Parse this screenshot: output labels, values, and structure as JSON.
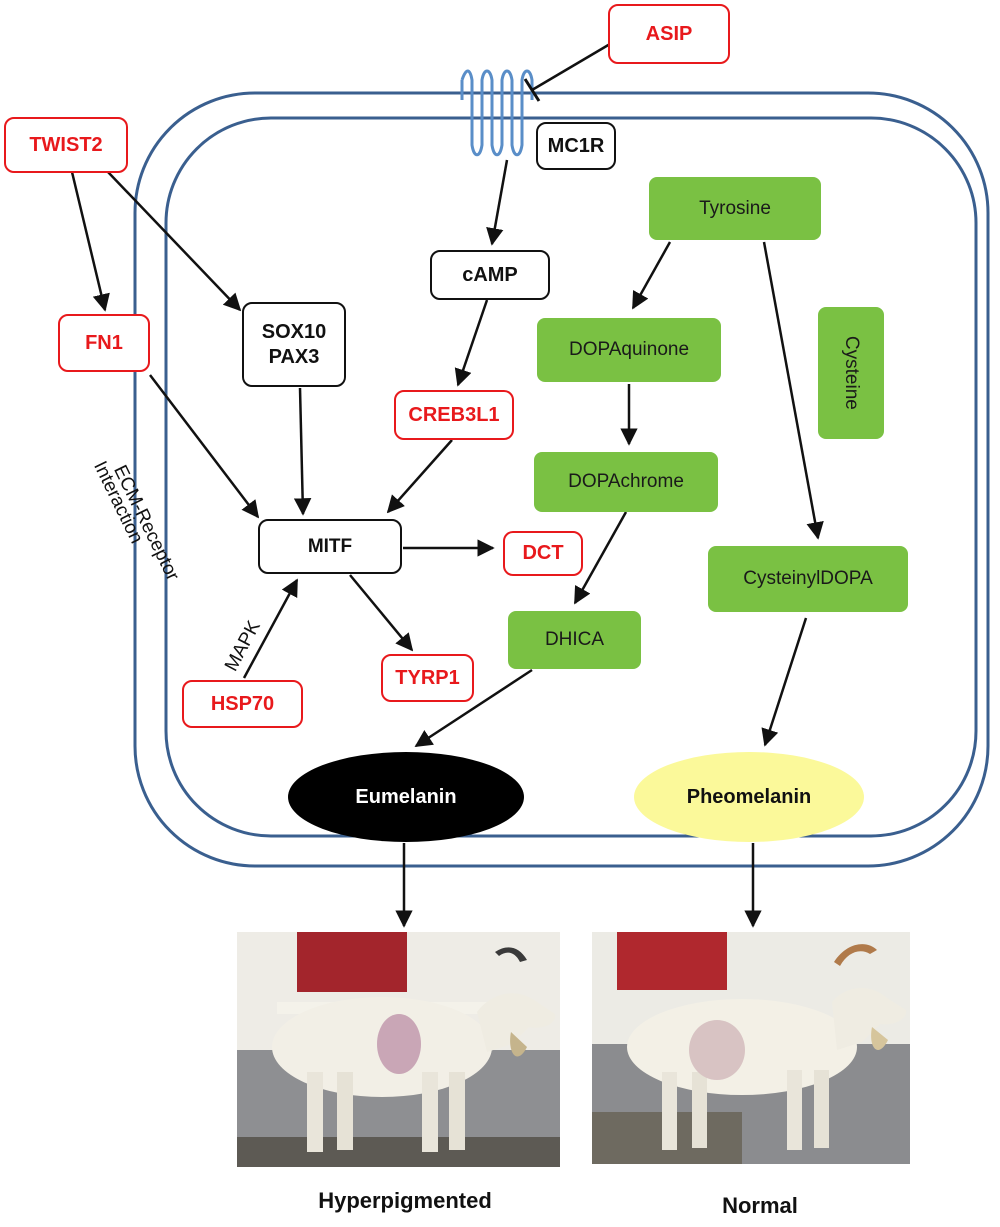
{
  "regulators": {
    "asip": "ASIP",
    "twist2": "TWIST2",
    "fn1": "FN1",
    "mc1r": "MC1R",
    "camp": "cAMP",
    "sox10_pax3": "SOX10\nPAX3",
    "creb3l1": "CREB3L1",
    "mitf": "MITF",
    "dct": "DCT",
    "tyrp1": "TYRP1",
    "hsp70": "HSP70"
  },
  "pathway_labels": {
    "ecm": "ECM-Receptor",
    "ecm2": "Interaction",
    "mapk": "MAPK"
  },
  "melanogenesis": {
    "tyrosine": "Tyrosine",
    "dopaquinone": "DOPAquinone",
    "dopachrome": "DOPAchrome",
    "dhica": "DHICA",
    "cysteine": "Cysteine",
    "cysteinyldopa": "CysteinylDOPA"
  },
  "pigments": {
    "eumelanin": "Eumelanin",
    "pheomelanin": "Pheomelanin"
  },
  "phenotypes": {
    "hyperpigmented": "Hyperpigmented",
    "normal": "Normal"
  },
  "colors": {
    "red_gene": "#e8191c",
    "green_node": "#7ac143",
    "membrane": "#3a5f8f",
    "receptor": "#5a8ec8",
    "eumelanin_fill": "#000000",
    "pheomelanin_fill": "#fbf99a"
  }
}
